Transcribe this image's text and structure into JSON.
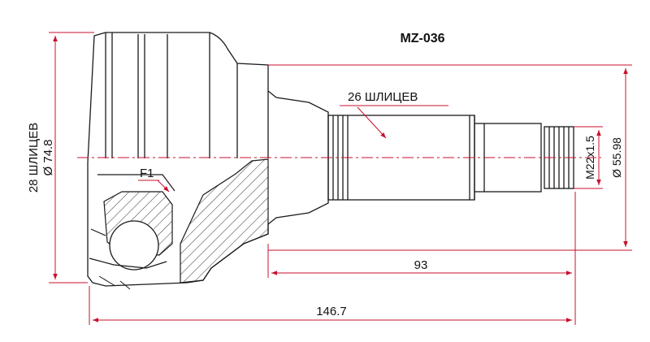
{
  "part_number": "MZ-036",
  "labels": {
    "outer_splines": "28 ШЛИЦЕВ",
    "outer_diameter": "Ø 74.8",
    "inner_splines": "26 ШЛИЦЕВ",
    "thread": "M22x1.5",
    "shaft_diameter": "Ø 55.98",
    "section_mark": "F1",
    "shaft_length": "93",
    "total_length": "146.7"
  },
  "colors": {
    "outline": "#1a1a1a",
    "dimension": "#c8102e",
    "centerline": "#c8102e",
    "background": "#ffffff"
  }
}
